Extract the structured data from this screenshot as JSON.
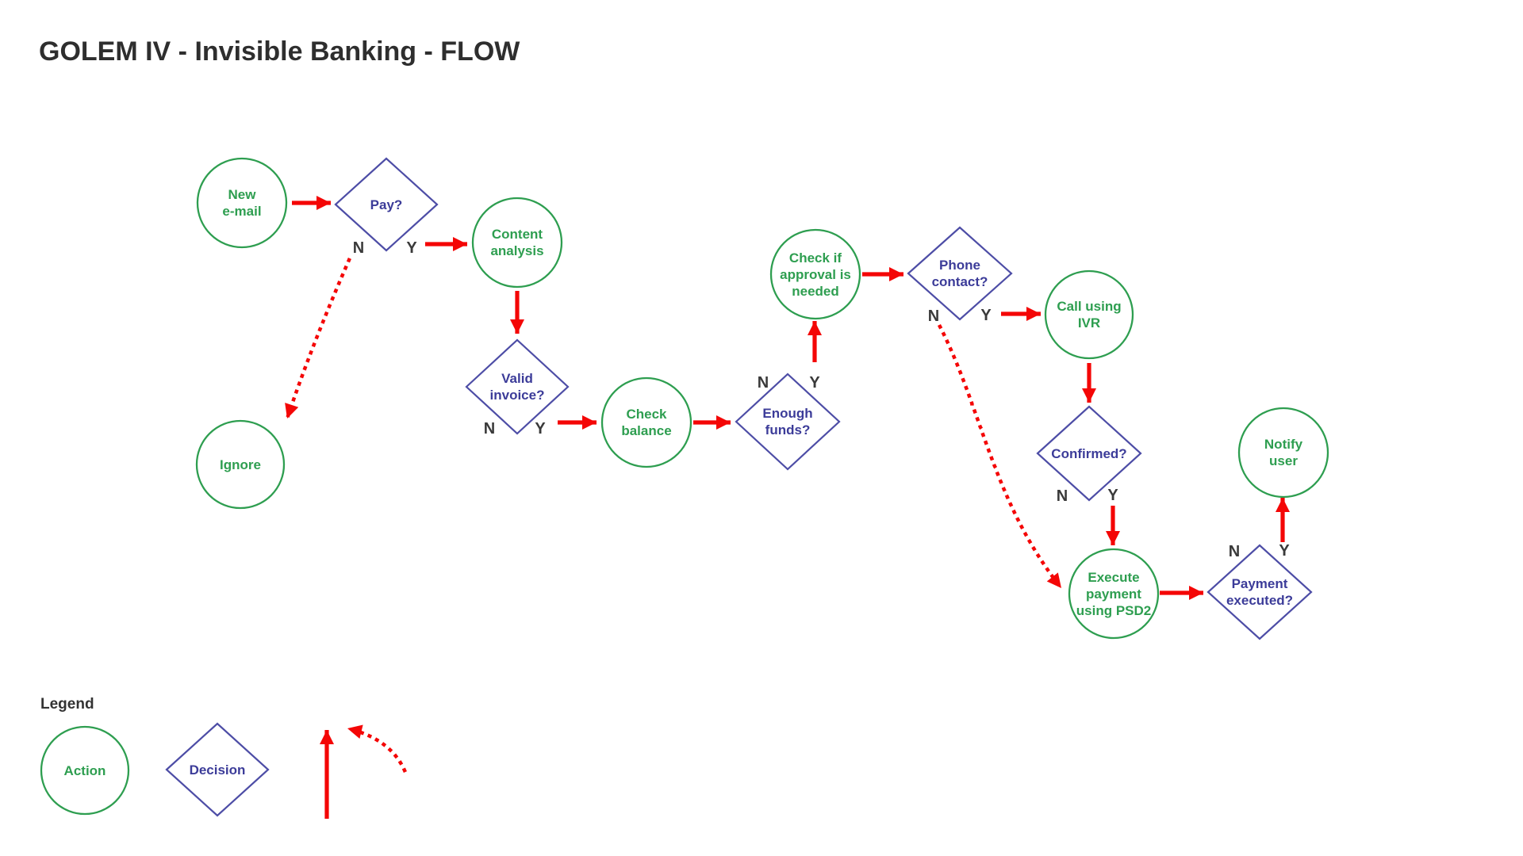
{
  "title": "GOLEM IV - Invisible Banking  - FLOW",
  "branch_labels": {
    "no": "N",
    "yes": "Y"
  },
  "nodes": {
    "new_email": {
      "type": "action",
      "line1": "New",
      "line2": "e-mail"
    },
    "pay": {
      "type": "decision",
      "line1": "Pay?"
    },
    "ignore": {
      "type": "action",
      "line1": "Ignore"
    },
    "content_analysis": {
      "type": "action",
      "line1": "Content",
      "line2": "analysis"
    },
    "valid_invoice": {
      "type": "decision",
      "line1": "Valid",
      "line2": "invoice?"
    },
    "check_balance": {
      "type": "action",
      "line1": "Check",
      "line2": "balance"
    },
    "enough_funds": {
      "type": "decision",
      "line1": "Enough",
      "line2": "funds?"
    },
    "check_if_approval": {
      "type": "action",
      "line1": "Check if",
      "line2": "approval is",
      "line3": "needed"
    },
    "phone_contact": {
      "type": "decision",
      "line1": "Phone",
      "line2": "contact?"
    },
    "call_ivr": {
      "type": "action",
      "line1": "Call using",
      "line2": "IVR"
    },
    "confirmed": {
      "type": "decision",
      "line1": "Confirmed?"
    },
    "execute_payment": {
      "type": "action",
      "line1": "Execute",
      "line2": "payment",
      "line3": "using PSD2"
    },
    "payment_executed": {
      "type": "decision",
      "line1": "Payment",
      "line2": "executed?"
    },
    "notify_user": {
      "type": "action",
      "line1": "Notify",
      "line2": "user"
    }
  },
  "edges": [
    {
      "from": "new_email",
      "to": "pay",
      "style": "solid"
    },
    {
      "from": "pay",
      "to": "content_analysis",
      "branch": "Y",
      "style": "solid"
    },
    {
      "from": "pay",
      "to": "ignore",
      "branch": "N",
      "style": "dotted"
    },
    {
      "from": "content_analysis",
      "to": "valid_invoice",
      "style": "solid"
    },
    {
      "from": "valid_invoice",
      "to": "check_balance",
      "branch": "Y",
      "style": "solid"
    },
    {
      "from": "check_balance",
      "to": "enough_funds",
      "style": "solid"
    },
    {
      "from": "enough_funds",
      "to": "check_if_approval",
      "branch": "Y",
      "style": "solid"
    },
    {
      "from": "check_if_approval",
      "to": "phone_contact",
      "style": "solid"
    },
    {
      "from": "phone_contact",
      "to": "call_ivr",
      "branch": "Y",
      "style": "solid"
    },
    {
      "from": "phone_contact",
      "to": "execute_payment",
      "branch": "N",
      "style": "dotted"
    },
    {
      "from": "call_ivr",
      "to": "confirmed",
      "style": "solid"
    },
    {
      "from": "confirmed",
      "to": "execute_payment",
      "branch": "Y",
      "style": "solid"
    },
    {
      "from": "execute_payment",
      "to": "payment_executed",
      "style": "solid"
    },
    {
      "from": "payment_executed",
      "to": "notify_user",
      "branch": "Y",
      "style": "solid"
    }
  ],
  "legend": {
    "heading": "Legend",
    "action_label": "Action",
    "decision_label": "Decision"
  },
  "colors": {
    "action_green": "#2e9e50",
    "decision_stroke_indigo": "#4d4da6",
    "decision_text_indigo": "#3c3c99",
    "arrow_red": "#f40606",
    "label_dark": "#3a3a3a",
    "title_dark": "#2e2e2e",
    "background": "#ffffff"
  }
}
